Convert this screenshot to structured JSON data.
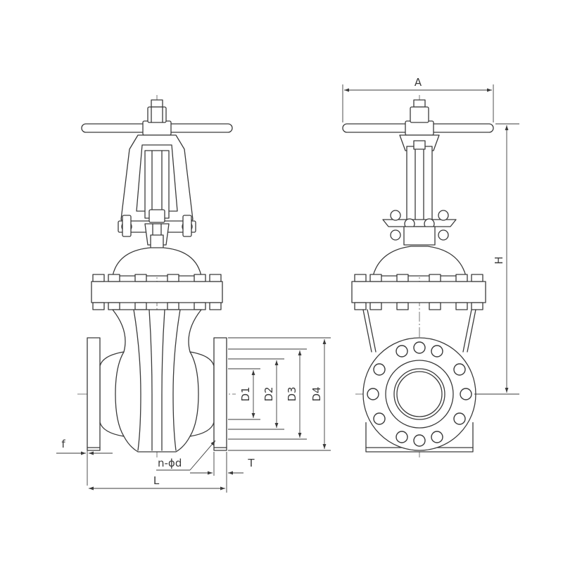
{
  "dimensions": {
    "A": "A",
    "H": "H",
    "D1": "D1",
    "D2": "D2",
    "D3": "D3",
    "D4": "D4",
    "L": "L",
    "T": "T",
    "f": "f",
    "nd": "n-ϕd"
  },
  "colors": {
    "line": "#3a3a3a",
    "background": "#ffffff"
  }
}
